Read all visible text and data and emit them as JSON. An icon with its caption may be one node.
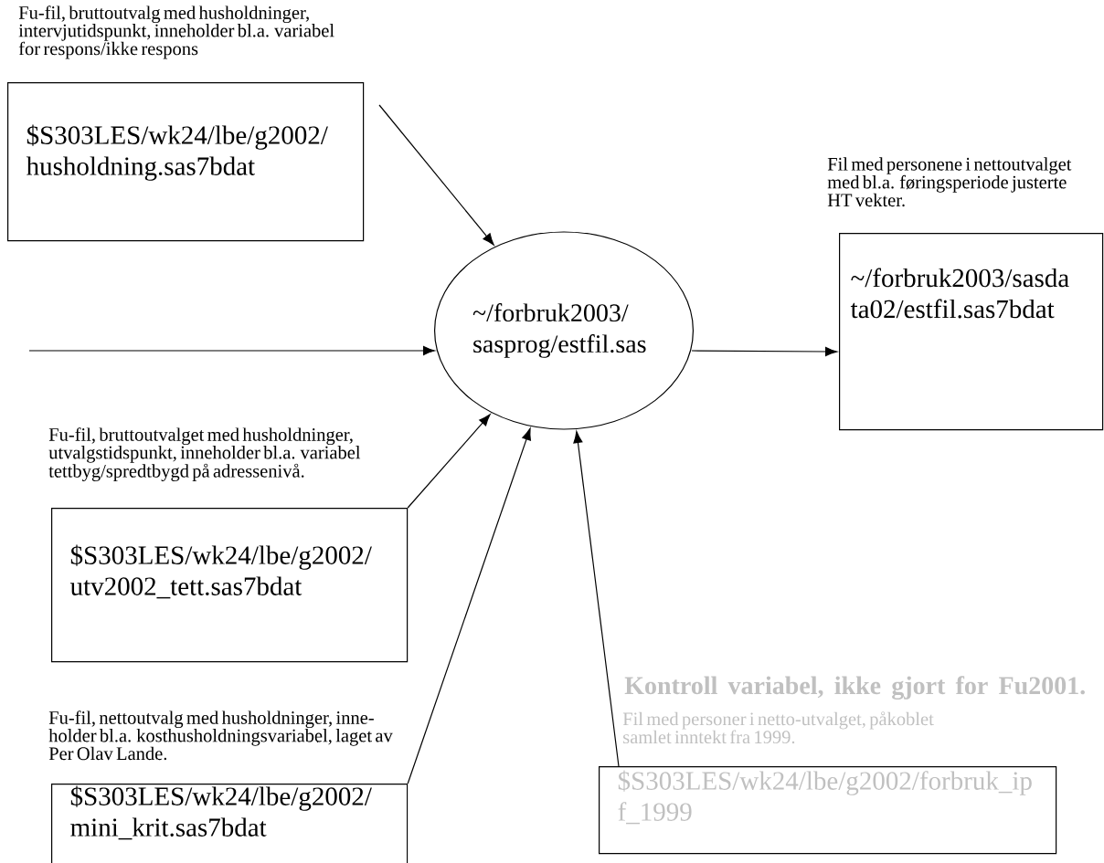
{
  "diagram": {
    "nodes": [
      {
        "text": [
          "Fu-fil, bruttoutvalg med husholdninger, intervjutidspunkt, inneholder bl.a. variabel for respons/ikke respons",
          "$S303LES/wk24/lbe/g2002/ husholdning.sas7bdat"
        ]
      },
      {
        "text": [
          "~/forbruk2003/ sasprog/estfil.sas"
        ]
      },
      {
        "text": [
          "Fil med personene i nettoutvalget med bl.a. føringsperiode justerte HT vekter.",
          "~/forbruk2003/sasda ta02/estfil.sas7bdat"
        ]
      },
      {
        "text": [
          "Fu-fil, bruttoutvalget med husholdninger, utvalgstidspunkt, inneholder bl.a. variabel tettbyg/spredtbygd på adressenivå.",
          "$S303LES/wk24/lbe/g2002/ utv2002_tett.sas7bdat"
        ]
      },
      {
        "text": [
          "Fu-fil, nettoutvalg med husholdninger, inne-holder bl.a. kosthusholdningsvariabel, laget av Per Olav Lande.",
          "$S303LES/wk24/lbe/g2002/ mini_krit.sas7bdat"
        ]
      },
      {
        "text": [
          "Kontroll variabel, ikke gjort for Fu2001.",
          "Fil med personer i netto-utvalget, påkoblet samlet inntekt fra 1999.",
          "$S303LES/wk24/lbe/g2002/forbruk_ip f_1999"
        ]
      }
    ],
    "edges": [
      {
        "from": null,
        "to": 1,
        "arrow": "to"
      },
      {
        "from": null,
        "to": 1,
        "arrow": "to"
      },
      {
        "from": 1,
        "to": 2,
        "arrow": "to"
      },
      {
        "from": 3,
        "to": 1,
        "arrow": "to"
      },
      {
        "from": 4,
        "to": 1,
        "arrow": "to"
      },
      {
        "from": 5,
        "to": 1,
        "arrow": "to"
      }
    ]
  }
}
